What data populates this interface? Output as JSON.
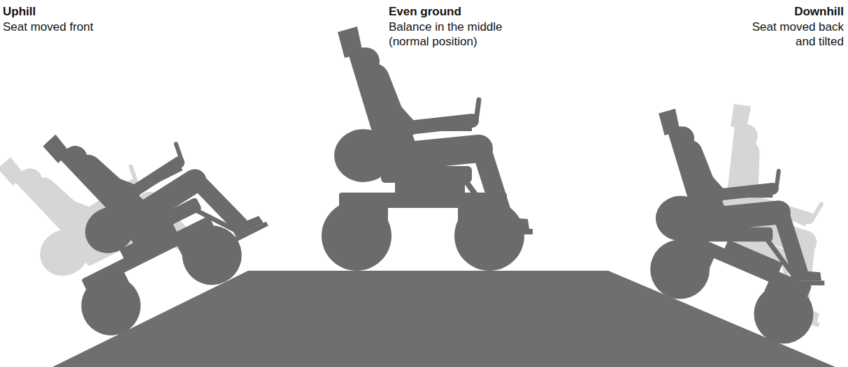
{
  "diagram": {
    "labels": [
      "Uphill",
      "Seat moved front",
      "Even ground",
      "Balance in the middle (normal position)",
      "Downhill",
      "Seat moved back and tilted"
    ]
  }
}
